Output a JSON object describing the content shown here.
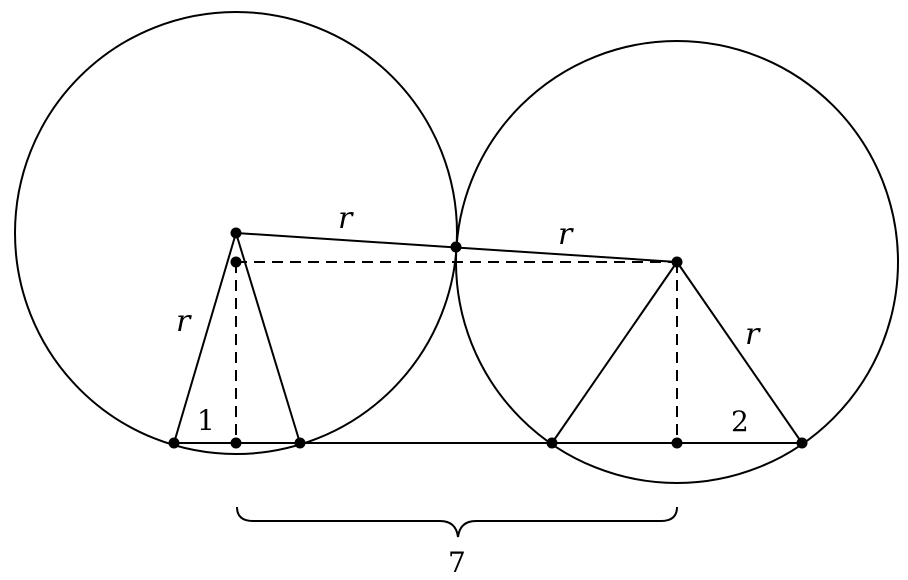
{
  "labels": {
    "radius_label": "r",
    "left_segment": "1",
    "right_segment": "2",
    "center_distance": "7"
  }
}
